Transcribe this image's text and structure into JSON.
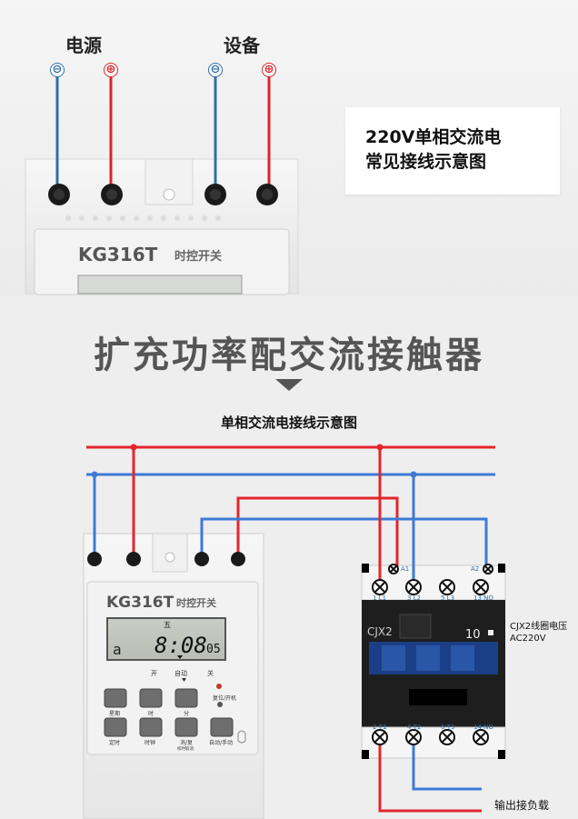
{
  "top": {
    "power_label": "电源",
    "device_label": "设备",
    "neg_symbol": "⊖",
    "pos_symbol": "⊕",
    "note": "220V单相交流电\n常见接线示意图",
    "timer_model": "KG316T",
    "timer_name": "时控开关"
  },
  "headline": "扩充功率配交流接触器",
  "subtitle": "单相交流电接线示意图",
  "timer": {
    "model": "KG316T",
    "name": "时控开关",
    "weekday_mark": "五",
    "display_left": "a",
    "display_time": "8:08",
    "display_seconds": "05",
    "status_labels": [
      "开",
      "自动",
      "关"
    ],
    "reset_label": "复位/开机",
    "top_buttons": [
      "星期",
      "时",
      "分"
    ],
    "bottom_buttons": [
      "定时",
      "时钟",
      "消/复",
      "自动/手动"
    ],
    "bottom_sub": "校时取消"
  },
  "contactor": {
    "model": "CJX2",
    "rating": "10",
    "top_terminals": [
      "A1",
      "1 L1",
      "3 L2",
      "5 L3",
      "13 NO",
      "A2"
    ],
    "bottom_terminals": [
      "2 T1",
      "4 T2",
      "6 T3",
      "14 NO"
    ]
  },
  "coil_label": "CJX2线圈电压\nAC220V",
  "output_label": "输出接负载",
  "colors": {
    "live": "#e3262d",
    "neutral": "#3d7ad6",
    "top_blue": "#2f6fa8",
    "top_red": "#d9262c",
    "heading": "#555555"
  }
}
